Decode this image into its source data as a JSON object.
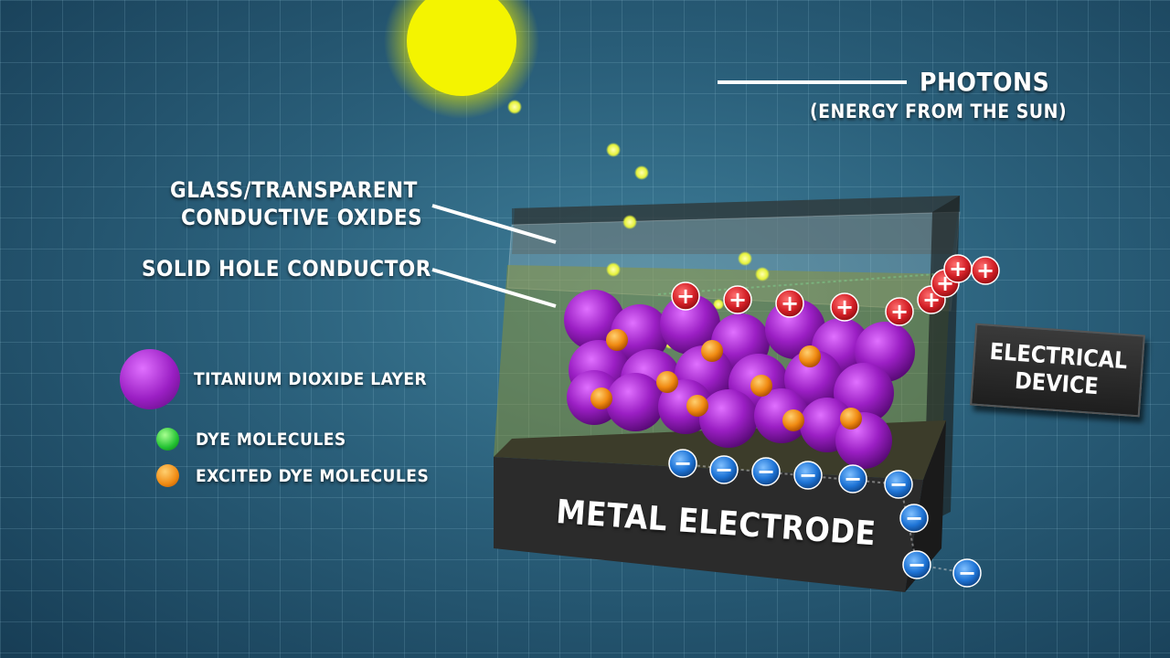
{
  "labels": {
    "photons": "PHOTONS",
    "photons_sub": "(ENERGY FROM THE SUN)",
    "glass_line1": "GLASS/TRANSPARENT",
    "glass_line2": "CONDUCTIVE OXIDES",
    "hole_conductor": "SOLID HOLE CONDUCTOR",
    "metal_electrode": "METAL ELECTRODE",
    "electrical_device": "ELECTRICAL\nDEVICE"
  },
  "legend": [
    {
      "label": "TITANIUM DIOXIDE LAYER",
      "icon": "titanium-dioxide-sphere-icon",
      "color": "#9b1fc4"
    },
    {
      "label": "DYE MOLECULES",
      "icon": "dye-molecule-dot-icon",
      "color": "#22c232"
    },
    {
      "label": "EXCITED DYE MOLECULES",
      "icon": "excited-dye-molecule-dot-icon",
      "color": "#f08a12"
    }
  ],
  "colors": {
    "sun": "#f2f200",
    "photon": "#e6f23a",
    "titanium": "#9b1fc4",
    "excited_dye": "#f08a12",
    "hole_charge": "#d42027",
    "electron_charge": "#1e74d6",
    "electrode": "#2b2b2b"
  },
  "charges": {
    "hole_symbol": "+",
    "electron_symbol": "−"
  }
}
